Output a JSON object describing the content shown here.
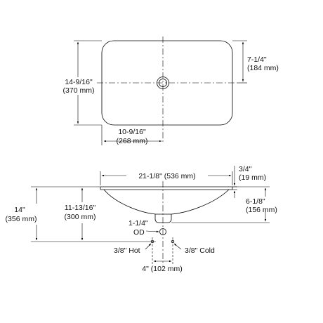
{
  "top_view": {
    "depth_imperial": "14-9/16\"",
    "depth_metric": "(370 mm)",
    "drain_back_imperial": "7-1/4\"",
    "drain_back_metric": "(184 mm)",
    "drain_side_imperial": "10-9/16\"",
    "drain_side_metric": "(268 mm)"
  },
  "side_view": {
    "width_label": "21-1/8\" (536 mm)",
    "rim_imperial": "3/4\"",
    "rim_metric": "(19 mm)",
    "bowl_imperial": "6-1/8\"",
    "bowl_metric": "(156 mm)",
    "overall_height_imperial": "14\"",
    "overall_height_metric": "(356 mm)",
    "drain_height_imperial": "11-13/16\"",
    "drain_height_metric": "(300 mm)",
    "drain_od_imperial": "1-1/4\"",
    "drain_od_label": "OD",
    "supply_hot": "3/8\" Hot",
    "supply_cold": "3/8\" Cold",
    "supply_spacing": "4\" (102 mm)"
  }
}
